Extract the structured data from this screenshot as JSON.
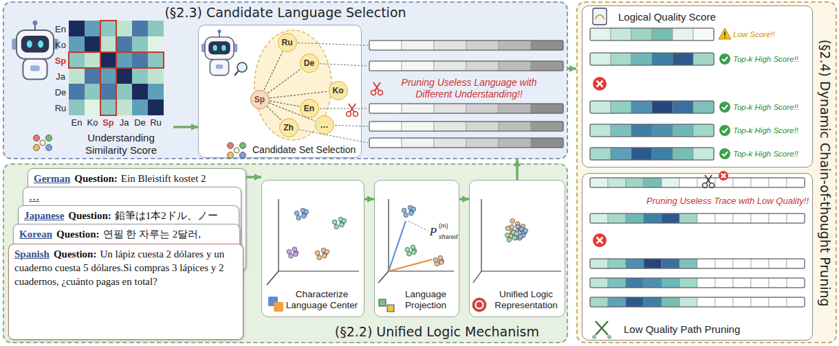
{
  "diagram": {
    "nodes": [
      {
        "text": [
          "(§2.3) Candidate Language Selection"
        ]
      },
      {
        "text": [
          "Understanding Similarity Score"
        ],
        "in": 0
      },
      {
        "text": [
          "Candidate Set Selection"
        ],
        "in": 0
      },
      {
        "text": [
          "Sp"
        ],
        "in": 2
      },
      {
        "text": [
          "Ru"
        ],
        "in": 2
      },
      {
        "text": [
          "De"
        ],
        "in": 2
      },
      {
        "text": [
          "Ko"
        ],
        "in": 2
      },
      {
        "text": [
          "En"
        ],
        "in": 2
      },
      {
        "text": [
          "Zh"
        ],
        "in": 2
      },
      {
        "text": [
          "…"
        ],
        "in": 2
      },
      {
        "text": [
          "(§2.4) Dynamic Chain-of-thought Pruning"
        ]
      },
      {
        "text": [
          "Logical Quality Score"
        ],
        "in": 10
      },
      {
        "text": [
          "Low Quality Path Pruning"
        ],
        "in": 10
      },
      {
        "text": [
          "(§2.2) Unified Logic Mechanism"
        ]
      },
      {
        "text": [
          "German",
          "Question:",
          "Ein Bleistift kostet 2"
        ],
        "in": 13
      },
      {
        "text": [
          "…"
        ],
        "in": 13
      },
      {
        "text": [
          "Japanese",
          "Question:",
          "鉛筆は1本2ドル、ノー"
        ],
        "in": 13
      },
      {
        "text": [
          "Korean",
          "Question:",
          "연필 한 자루는 2달러,"
        ],
        "in": 13
      },
      {
        "text": [
          "Spanish",
          "Question:",
          "Un lápiz cuesta 2 dólares y un cuaderno cuesta 5 dólares.Si compras 3 lápices y 2 cuadernos, ¿cuánto pagas en total?"
        ],
        "in": 13
      },
      {
        "text": [
          "Characterize Language Center"
        ],
        "in": 13
      },
      {
        "text": [
          "Language Projection"
        ],
        "in": 13
      },
      {
        "text": [
          "Unified Logic Representation"
        ],
        "in": 13
      }
    ],
    "edges": [
      {
        "from": 1,
        "to": 2,
        "arrow": "to"
      },
      {
        "from": 3,
        "to": 4,
        "arrow": "none"
      },
      {
        "from": 3,
        "to": 5,
        "arrow": "none"
      },
      {
        "from": 3,
        "to": 6,
        "arrow": "none"
      },
      {
        "from": 3,
        "to": 7,
        "arrow": "none"
      },
      {
        "from": 3,
        "to": 8,
        "arrow": "none"
      },
      {
        "from": 3,
        "to": 9,
        "arrow": "none"
      },
      {
        "from": 14,
        "to": 19,
        "arrow": "to"
      },
      {
        "from": 19,
        "to": 20,
        "arrow": "to"
      },
      {
        "from": 20,
        "to": 21,
        "arrow": "to"
      },
      {
        "from": 21,
        "to": 0,
        "arrow": "to"
      },
      {
        "from": 0,
        "to": 10,
        "arrow": "to"
      }
    ],
    "labels": [
      "En",
      "Ko",
      "Sp",
      "Ja",
      "De",
      "Ru",
      "En",
      "Ko",
      "Sp",
      "Ja",
      "De",
      "Ru",
      "Pruning Useless Language with Different Understanding!!",
      "Low Score!!",
      "Top-k High Score!!",
      "Top-k High Score!!",
      "Top-k High Score!!",
      "Top-k High Score!!",
      "Pruning Useless Trace with Low Quality!!",
      "P",
      "shared",
      "(m)"
    ]
  }
}
